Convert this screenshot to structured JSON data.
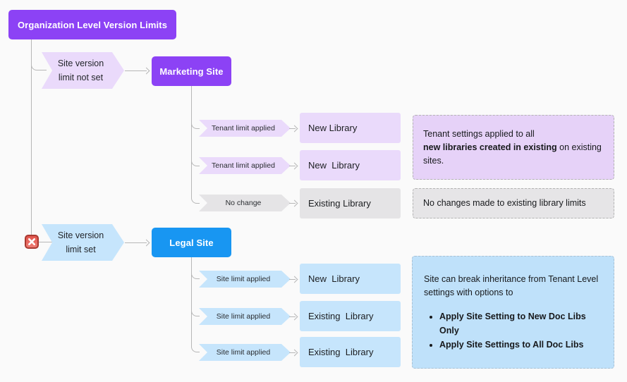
{
  "diagram": {
    "title": "Organization Level Version Limits",
    "tenant_flow": {
      "condition_line1": "Site version",
      "condition_line2": "limit not set",
      "site_label": "Marketing Site",
      "rows": [
        {
          "tag": "Tenant limit applied",
          "target": "New Library"
        },
        {
          "tag": "Tenant limit applied",
          "target": "New  Library"
        },
        {
          "tag": "No change",
          "target": "Existing Library"
        }
      ],
      "note_line1": "Tenant settings applied to all",
      "note_bold": "new libraries created in existing",
      "note_rest": " on existing sites.",
      "note2_text": "No changes made to existing library limits"
    },
    "site_flow": {
      "condition_line1": "Site version",
      "condition_line2": "limit set",
      "site_label": "Legal Site",
      "rows": [
        {
          "tag": "Site limit applied",
          "target": "New  Library"
        },
        {
          "tag": "Site limit applied",
          "target": "Existing  Library"
        },
        {
          "tag": "Site limit applied",
          "target": "Existing  Library"
        }
      ],
      "note_text": "Site can break inheritance from Tenant Level settings with options to",
      "note_bullets": [
        "Apply Site Setting to New Doc Libs Only",
        "Apply Site Settings to All Doc Libs"
      ]
    },
    "icons": {
      "blocked_glyph": "✕"
    },
    "colors": {
      "purple": "#8c42f5",
      "purple_light": "#eadafb",
      "purple_note": "#e6d2f8",
      "blue": "#1896f2",
      "blue_light": "#c6e5fc",
      "blue_note": "#bfe1fa",
      "gray_light": "#e5e4e6",
      "gray_note": "#e6e5e7",
      "note_border": "#b3b3b3",
      "connector": "#b7b7b7",
      "background": "#fafafa"
    }
  }
}
